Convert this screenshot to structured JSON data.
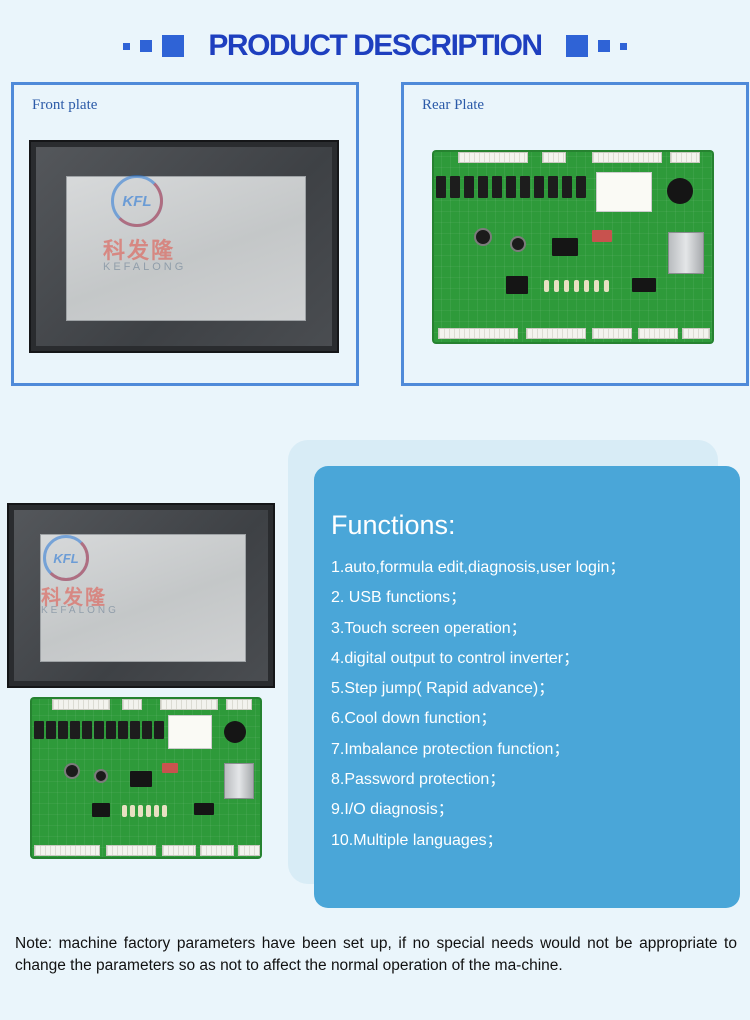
{
  "header": {
    "title": "PRODUCT DESCRIPTION"
  },
  "panels": {
    "front": {
      "label": "Front plate"
    },
    "rear": {
      "label": "Rear Plate"
    }
  },
  "watermark": {
    "logo_text": "KFL",
    "cn_text": "科发隆",
    "en_text": "KEFALONG"
  },
  "functions": {
    "title": "Functions:",
    "items": [
      "1.auto,formula edit,diagnosis,user login；",
      "2. USB functions；",
      "3.Touch screen operation；",
      "4.digital output to control inverter；",
      "5.Step jump( Rapid advance)；",
      "6.Cool down function；",
      "7.Imbalance protection function；",
      "8.Password protection；",
      "9.I/O diagnosis；",
      "10.Multiple languages；"
    ]
  },
  "note": {
    "text": "Note: machine factory parameters have been set up, if no special needs would not be appropriate to change the parameters so as not to affect the normal operation of the ma-chine."
  },
  "colors": {
    "background": "#eaf5fb",
    "title_blue": "#1e3fbf",
    "panel_border": "#4f8ad9",
    "functions_card": "#4aa6d8",
    "pcb_green": "#2e9a3a"
  }
}
